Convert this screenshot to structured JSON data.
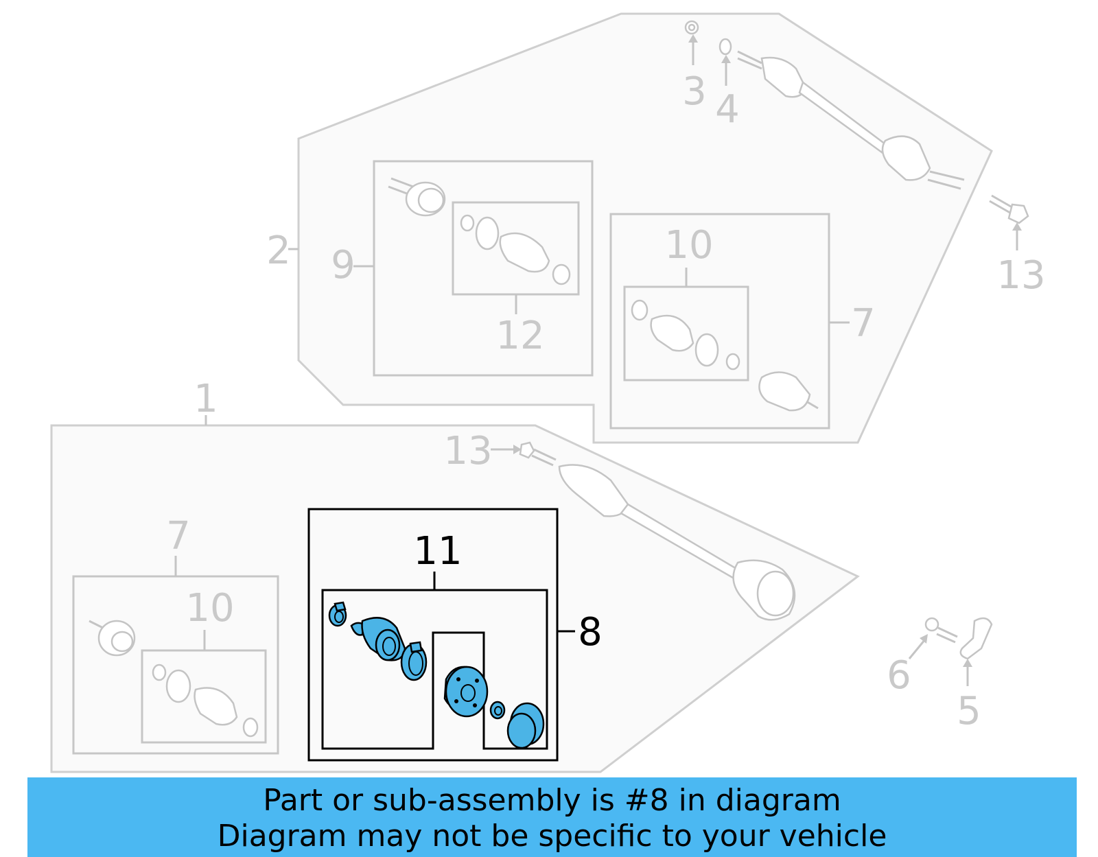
{
  "callouts": {
    "c1": "1",
    "c2": "2",
    "c3": "3",
    "c4": "4",
    "c5": "5",
    "c6": "6",
    "c7a": "7",
    "c7b": "7",
    "c8": "8",
    "c9": "9",
    "c10a": "10",
    "c10b": "10",
    "c11": "11",
    "c12": "12",
    "c13a": "13",
    "c13b": "13"
  },
  "footer": {
    "line1": "Part or sub-assembly is #8 in diagram",
    "line2": "Diagram may not be specific to your vehicle"
  },
  "colors": {
    "highlight_part": "#4bb4e6",
    "banner": "#4bb8f2",
    "ghost": "#c6c6c6"
  }
}
